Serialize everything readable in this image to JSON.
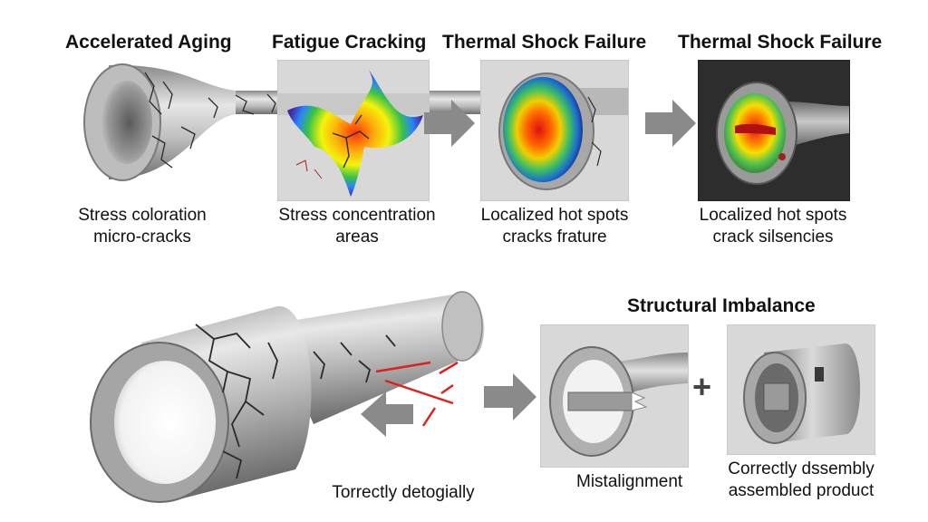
{
  "top_row": {
    "stages": [
      {
        "title": "Accelerated Aging",
        "caption_line1": "Stress coloration",
        "caption_line2": "micro-cracks"
      },
      {
        "title": "Fatigue Cracking",
        "caption_line1": "Stress concentration",
        "caption_line2": "areas"
      },
      {
        "title": "Thermal Shock Failure",
        "caption_line1": "Localized hot spots",
        "caption_line2": "cracks frature"
      },
      {
        "title": "Thermal Shock Failure",
        "caption_line1": "Localized hot spots",
        "caption_line2": "crack silsencies"
      }
    ]
  },
  "bottom_row": {
    "section_title": "Structural Imbalance",
    "left_caption": "Torrectly detogially",
    "misalignment_caption": "Mistalignment",
    "plus_symbol": "+",
    "assembled_caption_line1": "Correctly dssembly",
    "assembled_caption_line2": "assembled product"
  },
  "colors": {
    "metal_light": "#d9d9d9",
    "metal_dark": "#7a7a7a",
    "crack": "#2a2a2a",
    "stress_red": "#e02020",
    "arrow_gray": "#8a8a8a"
  }
}
